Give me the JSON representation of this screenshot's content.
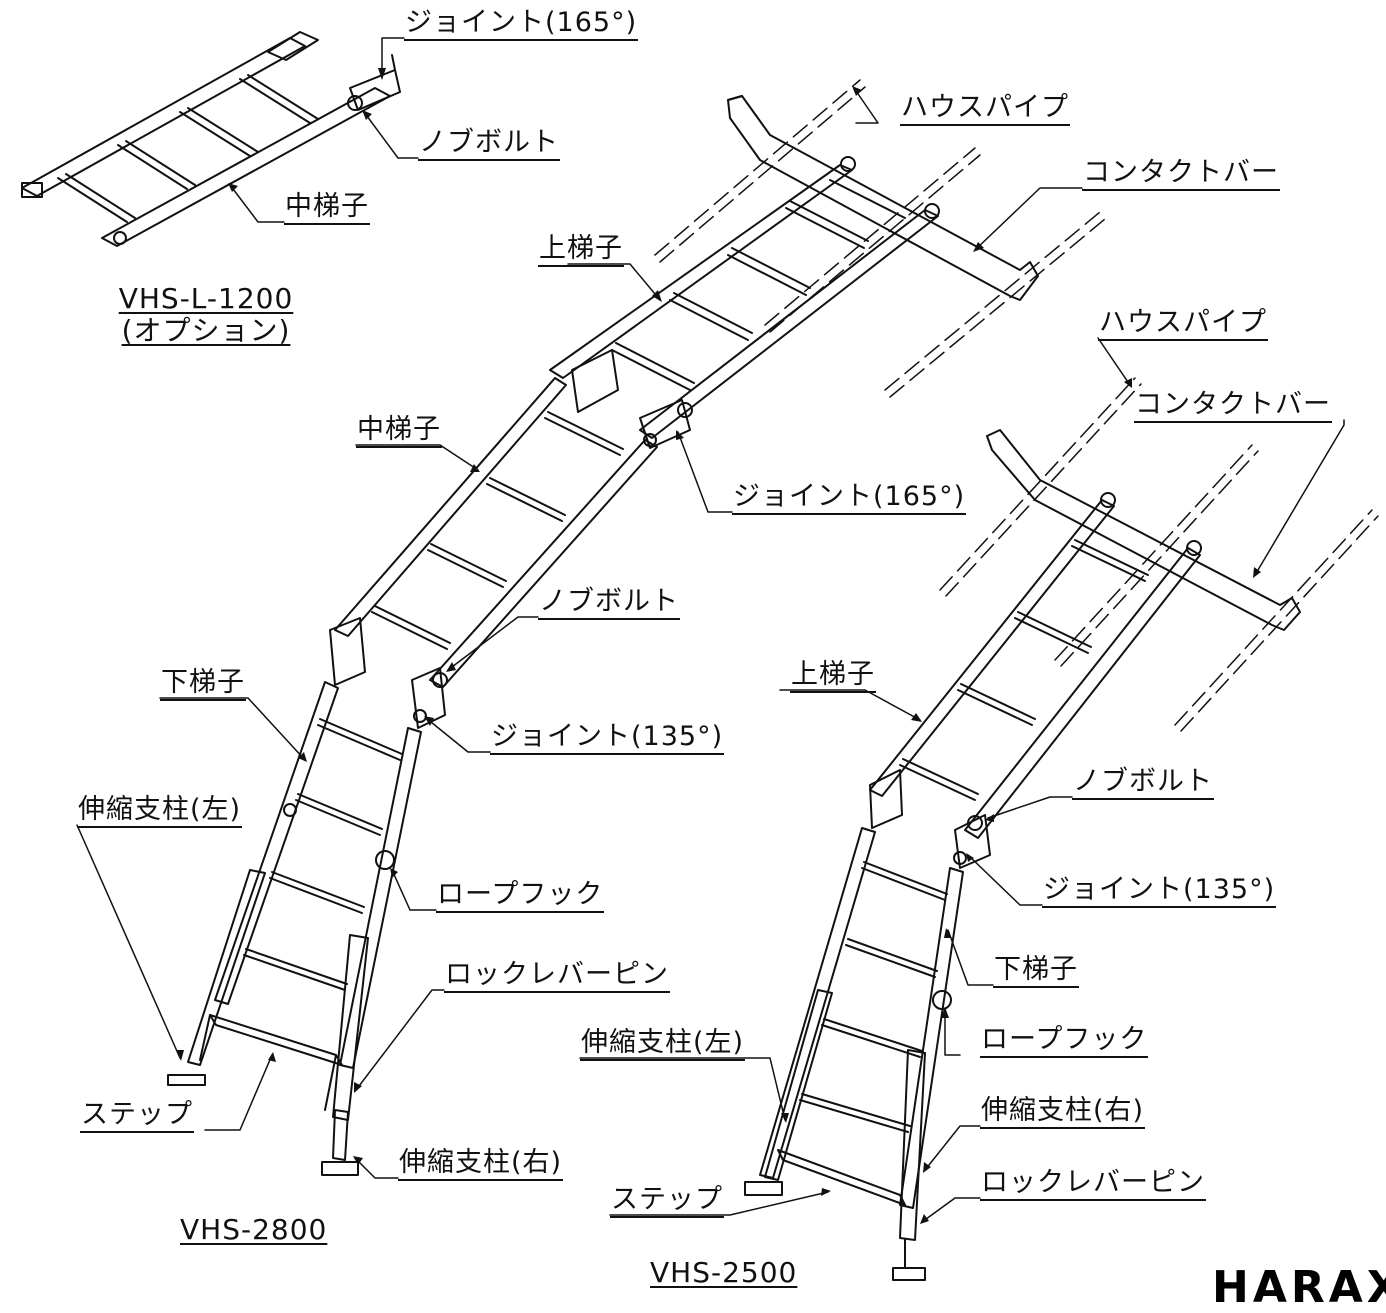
{
  "brand": "HARAX",
  "models": {
    "option_model": "VHS-L-1200",
    "option_note": "(オプション)",
    "model_2800": "VHS-2800",
    "model_2500": "VHS-2500"
  },
  "labels": {
    "opt_joint": "ジョイント(165°)",
    "opt_knob": "ノブボルト",
    "opt_middle": "中梯子",
    "l_house": "ハウスパイプ",
    "l_contact": "コンタクトバー",
    "l_upper": "上梯子",
    "l_middle": "中梯子",
    "l_joint165": "ジョイント(165°)",
    "l_knob": "ノブボルト",
    "l_lower": "下梯子",
    "l_joint135": "ジョイント(135°)",
    "l_tel_left": "伸縮支柱(左)",
    "l_hook": "ロープフック",
    "l_lock": "ロックレバーピン",
    "l_step": "ステップ",
    "l_tel_right": "伸縮支柱(右)",
    "r_house": "ハウスパイプ",
    "r_contact": "コンタクトバー",
    "r_upper": "上梯子",
    "r_knob": "ノブボルト",
    "r_joint135": "ジョイント(135°)",
    "r_lower": "下梯子",
    "r_hook": "ロープフック",
    "r_tel_left": "伸縮支柱(左)",
    "r_tel_right": "伸縮支柱(右)",
    "r_lock": "ロックレバーピン",
    "r_step": "ステップ"
  }
}
